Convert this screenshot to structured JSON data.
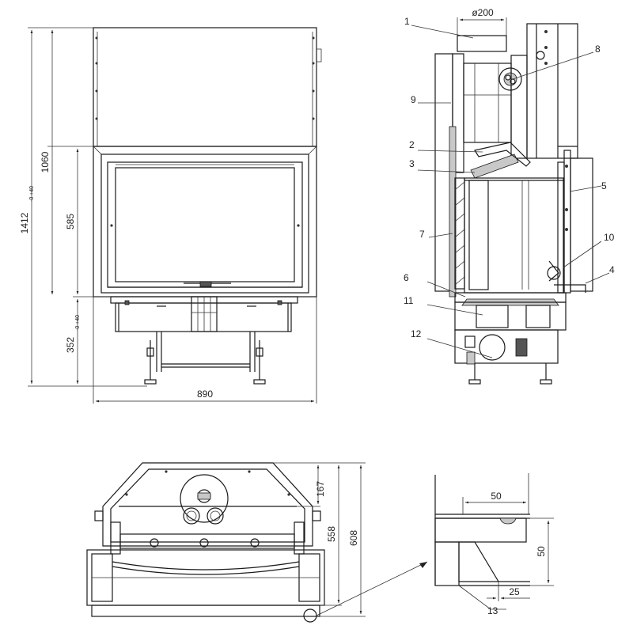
{
  "front_view": {
    "dimensions": {
      "total_height": "1412",
      "total_height_tol": "-0 +40",
      "body_height": "1060",
      "door_height": "585",
      "base_height": "352",
      "base_height_tol": "-0 +40",
      "width": "890"
    }
  },
  "side_view": {
    "flue_diameter": "ø200",
    "callouts": [
      "1",
      "2",
      "3",
      "4",
      "5",
      "6",
      "7",
      "8",
      "9",
      "10",
      "11",
      "12"
    ]
  },
  "top_view": {
    "dimensions": {
      "collar": "167",
      "depth_1": "558",
      "depth_2": "608"
    }
  },
  "detail_view": {
    "dimensions": {
      "width": "50",
      "height": "50",
      "offset": "25"
    },
    "callout": "13"
  }
}
